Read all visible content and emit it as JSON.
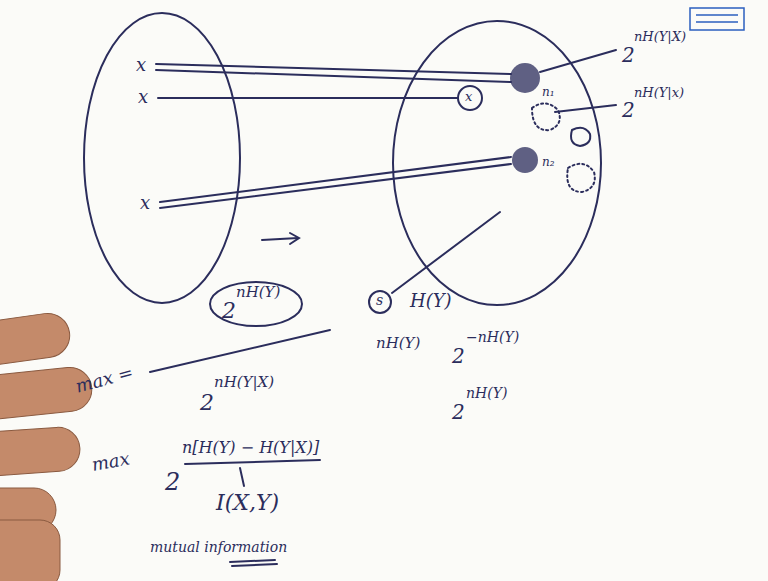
{
  "diagram": {
    "labels": [
      "2",
      "nH(Y|X)",
      "2",
      "nH(Y|x)",
      "2",
      "nH(Y)",
      "max =",
      "2",
      "nH(Y|X)",
      "H(Y)",
      "nH(Y)",
      "2",
      "−nH(Y)",
      "2",
      "nH(Y)",
      "max",
      "2",
      "n[H(Y) − H(Y|X)]",
      "I(X,Y)",
      "mutual information",
      "x",
      "x",
      "x",
      "n₁",
      "n₂",
      "x",
      "s"
    ]
  }
}
